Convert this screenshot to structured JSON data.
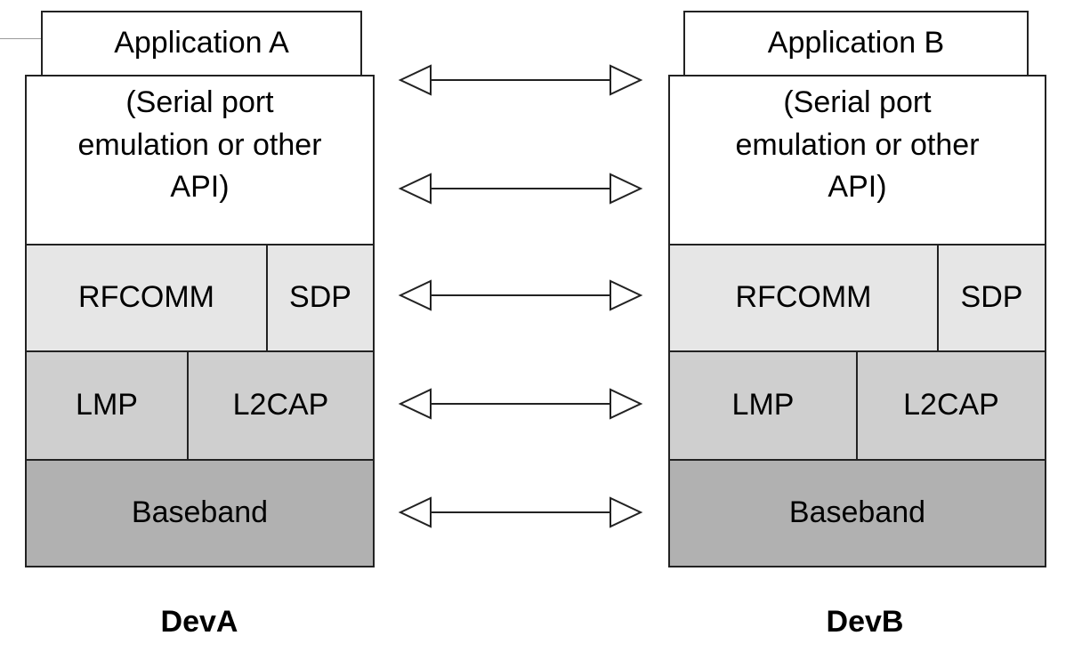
{
  "devA": {
    "application": "Application A",
    "api_line1": "(Serial port",
    "api_line2": "emulation or other",
    "api_line3": "API)",
    "rfcomm": "RFCOMM",
    "sdp": "SDP",
    "lmp": "LMP",
    "l2cap": "L2CAP",
    "baseband": "Baseband",
    "label": "DevA"
  },
  "devB": {
    "application": "Application B",
    "api_line1": "(Serial port",
    "api_line2": "emulation or other",
    "api_line3": "API)",
    "rfcomm": "RFCOMM",
    "sdp": "SDP",
    "lmp": "LMP",
    "l2cap": "L2CAP",
    "baseband": "Baseband",
    "label": "DevB"
  },
  "colors": {
    "border": "#222222",
    "layer_rfcomm": "#e6e6e6",
    "layer_l2cap": "#cfcfcf",
    "layer_baseband": "#b1b1b1"
  }
}
